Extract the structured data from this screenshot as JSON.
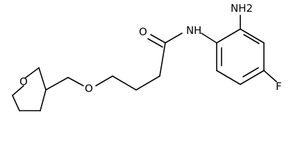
{
  "diagram": {
    "type": "chemical-structure",
    "atoms": {
      "amide_oxygen": "O",
      "amide_nitrogen": "N",
      "amide_nitrogen_h": "H",
      "amine": "NH2",
      "fluorine": "F",
      "ether_oxygen": "O",
      "ring_oxygen": "O"
    },
    "colors": {
      "bond": "#000000",
      "label": "#000000",
      "background": "#ffffff"
    }
  }
}
